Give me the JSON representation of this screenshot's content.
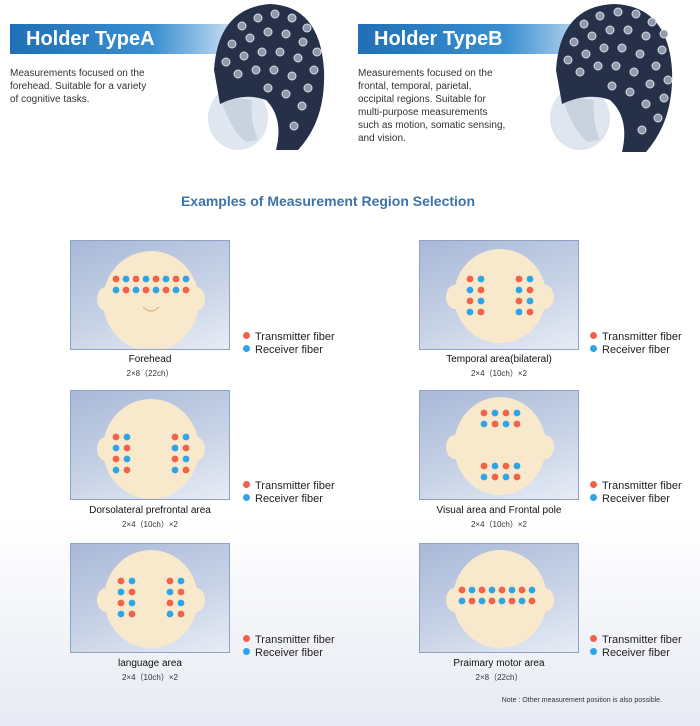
{
  "holderA": {
    "title": "Holder TypeA",
    "desc1": "Measurements focused on the",
    "desc2": "forehead.  Suitable for a variety",
    "desc3": "of cognitive tasks."
  },
  "holderB": {
    "title": "Holder TypeB",
    "desc1": "Measurements focused on the",
    "desc2": "frontal, temporal, parietal,",
    "desc3": "occipital regions. Suitable for",
    "desc4": "multi-purpose measurements",
    "desc5": "such as motion, somatic sensing,",
    "desc6": "and vision."
  },
  "section_title": "Examples of Measurement Region Selection",
  "legend": {
    "transmitter": "Transmitter fiber",
    "receiver": "Receiver fiber"
  },
  "colors": {
    "transmitter": "#f0634a",
    "receiver": "#2fa4e7",
    "banner": "#1f70b6",
    "head": "#f9e9cc"
  },
  "regions": [
    {
      "name": "Forehead",
      "config": "2×8（22ch）"
    },
    {
      "name": "Temporal area(bilateral)",
      "config": "2×4（10ch）×2"
    },
    {
      "name": "Dorsolateral prefrontal area",
      "config": "2×4（10ch）×2"
    },
    {
      "name": "Visual area and Frontal pole",
      "config": "2×4（10ch）×2"
    },
    {
      "name": "language area",
      "config": "2×4（10ch）×2"
    },
    {
      "name": "Praimary motor area",
      "config": "2×8（22ch）"
    }
  ],
  "note": "Note : Other measurement position is also possible."
}
